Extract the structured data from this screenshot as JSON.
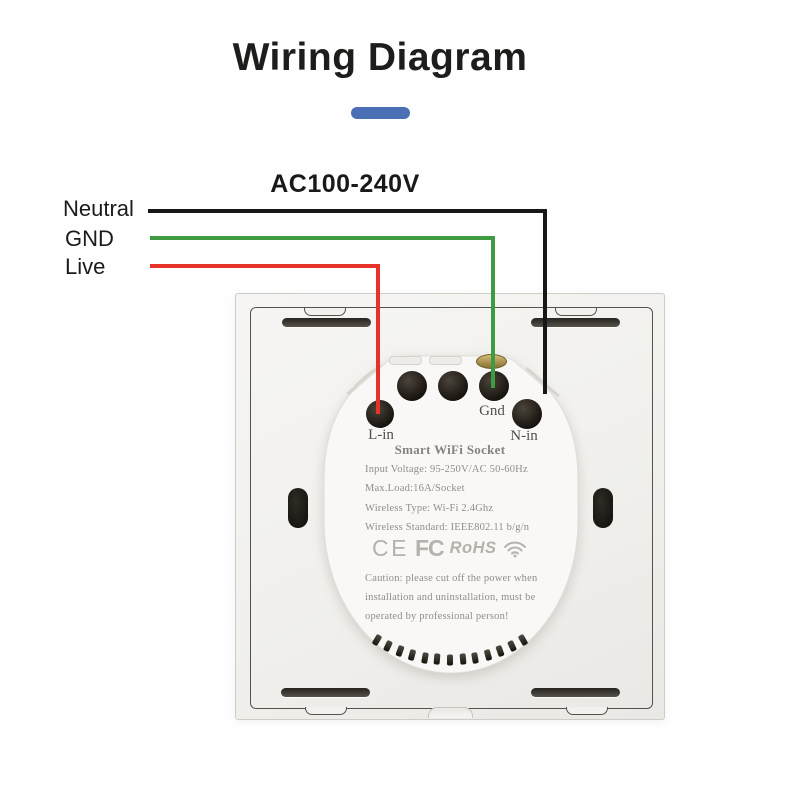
{
  "title": "Wiring Diagram",
  "voltage_label": "AC100-240V",
  "colors": {
    "accent": "#4a6fb5",
    "wire_neutral": "#171717",
    "wire_gnd": "#3f9b41",
    "wire_live": "#e63228"
  },
  "wires": [
    {
      "label": "Neutral",
      "color": "#171717",
      "connects_to": "N-in"
    },
    {
      "label": "GND",
      "color": "#3f9b41",
      "connects_to": "Gnd"
    },
    {
      "label": "Live",
      "color": "#e63228",
      "connects_to": "L-in"
    }
  ],
  "device": {
    "terminals": {
      "l_in": "L-in",
      "gnd": "Gnd",
      "n_in": "N-in"
    },
    "name": "Smart WiFi Socket",
    "specs": [
      "Input Voltage: 95-250V/AC 50-60Hz",
      "Max.Load:16A/Socket",
      "Wireless Type: Wi-Fi 2.4Ghz",
      "Wireless Standard: IEEE802.11 b/g/n"
    ],
    "certifications": {
      "ce": "CE",
      "fcc": "FC",
      "rohs": "RoHS",
      "wifi_icon": "wifi-signal-icon"
    },
    "caution": [
      "Caution: please cut off the power when",
      "installation and uninstallation, must be",
      "operated by professional person!"
    ]
  }
}
